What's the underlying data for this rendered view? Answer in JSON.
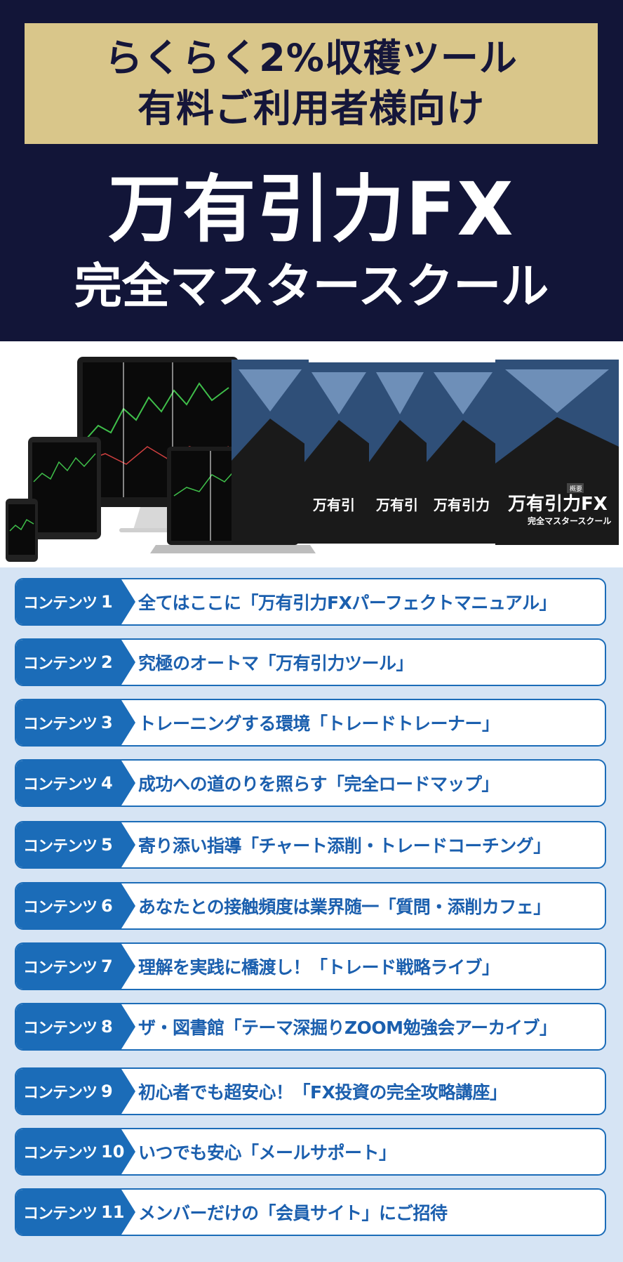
{
  "header": {
    "line1": "らくらく2%収穫ツール",
    "line2": "有料ご利用者様向け",
    "title": "万有引力FX",
    "subtitle": "完全マスタースクール"
  },
  "hero": {
    "book_title": "万有引力FX",
    "book_subtitle": "完全マスタースクール",
    "book_tag": "概要"
  },
  "contents": [
    {
      "label": "コンテンツ",
      "num": "1",
      "text": "全てはここに「万有引力FXパーフェクトマニュアル」"
    },
    {
      "label": "コンテンツ",
      "num": "2",
      "text": "究極のオートマ「万有引力ツール」"
    },
    {
      "label": "コンテンツ",
      "num": "3",
      "text": "トレーニングする環境「トレードトレーナー」"
    },
    {
      "label": "コンテンツ",
      "num": "4",
      "text": "成功への道のりを照らす「完全ロードマップ」"
    },
    {
      "label": "コンテンツ",
      "num": "5",
      "text": "寄り添い指導「チャート添削・トレードコーチング」"
    },
    {
      "label": "コンテンツ",
      "num": "6",
      "text": "あなたとの接触頻度は業界随一「質問・添削カフェ」"
    },
    {
      "label": "コンテンツ",
      "num": "7",
      "text": "理解を実践に橋渡し！「トレード戦略ライブ」"
    },
    {
      "label": "コンテンツ",
      "num": "8",
      "text": "ザ・図書館「テーマ深掘りZOOM勉強会アーカイブ」"
    },
    {
      "label": "コンテンツ",
      "num": "9",
      "text": "初心者でも超安心！「FX投資の完全攻略講座」"
    },
    {
      "label": "コンテンツ",
      "num": "10",
      "text": "いつでも安心「メールサポート」"
    },
    {
      "label": "コンテンツ",
      "num": "11",
      "text": "メンバーだけの「会員サイト」にご招待"
    }
  ],
  "colors": {
    "navy": "#121538",
    "gold": "#d9c68a",
    "blue": "#1b6cb8",
    "list_bg": "#d6e4f4"
  }
}
